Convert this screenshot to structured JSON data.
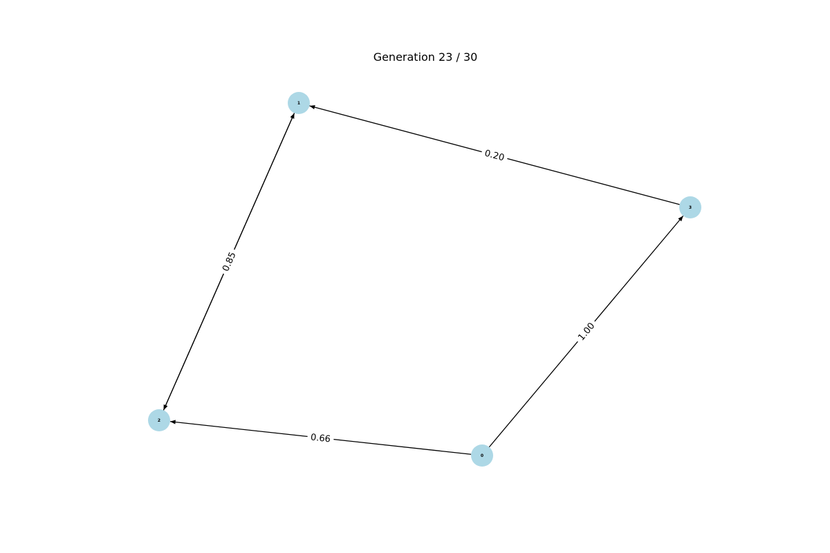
{
  "title": "Generation 23 / 30",
  "style": {
    "node_color": "#add8e6",
    "edge_color": "#000000",
    "background": "#ffffff"
  },
  "nodes": [
    {
      "id": "0",
      "label": "0"
    },
    {
      "id": "1",
      "label": "1"
    },
    {
      "id": "2",
      "label": "2"
    },
    {
      "id": "3",
      "label": "3"
    }
  ],
  "edges": [
    {
      "source": "3",
      "target": "1",
      "label": "0.20"
    },
    {
      "source": "2",
      "target": "1",
      "label": "0.85"
    },
    {
      "source": "1",
      "target": "2",
      "label": "0.85"
    },
    {
      "source": "0",
      "target": "2",
      "label": "0.66"
    },
    {
      "source": "0",
      "target": "3",
      "label": "1.00"
    }
  ]
}
